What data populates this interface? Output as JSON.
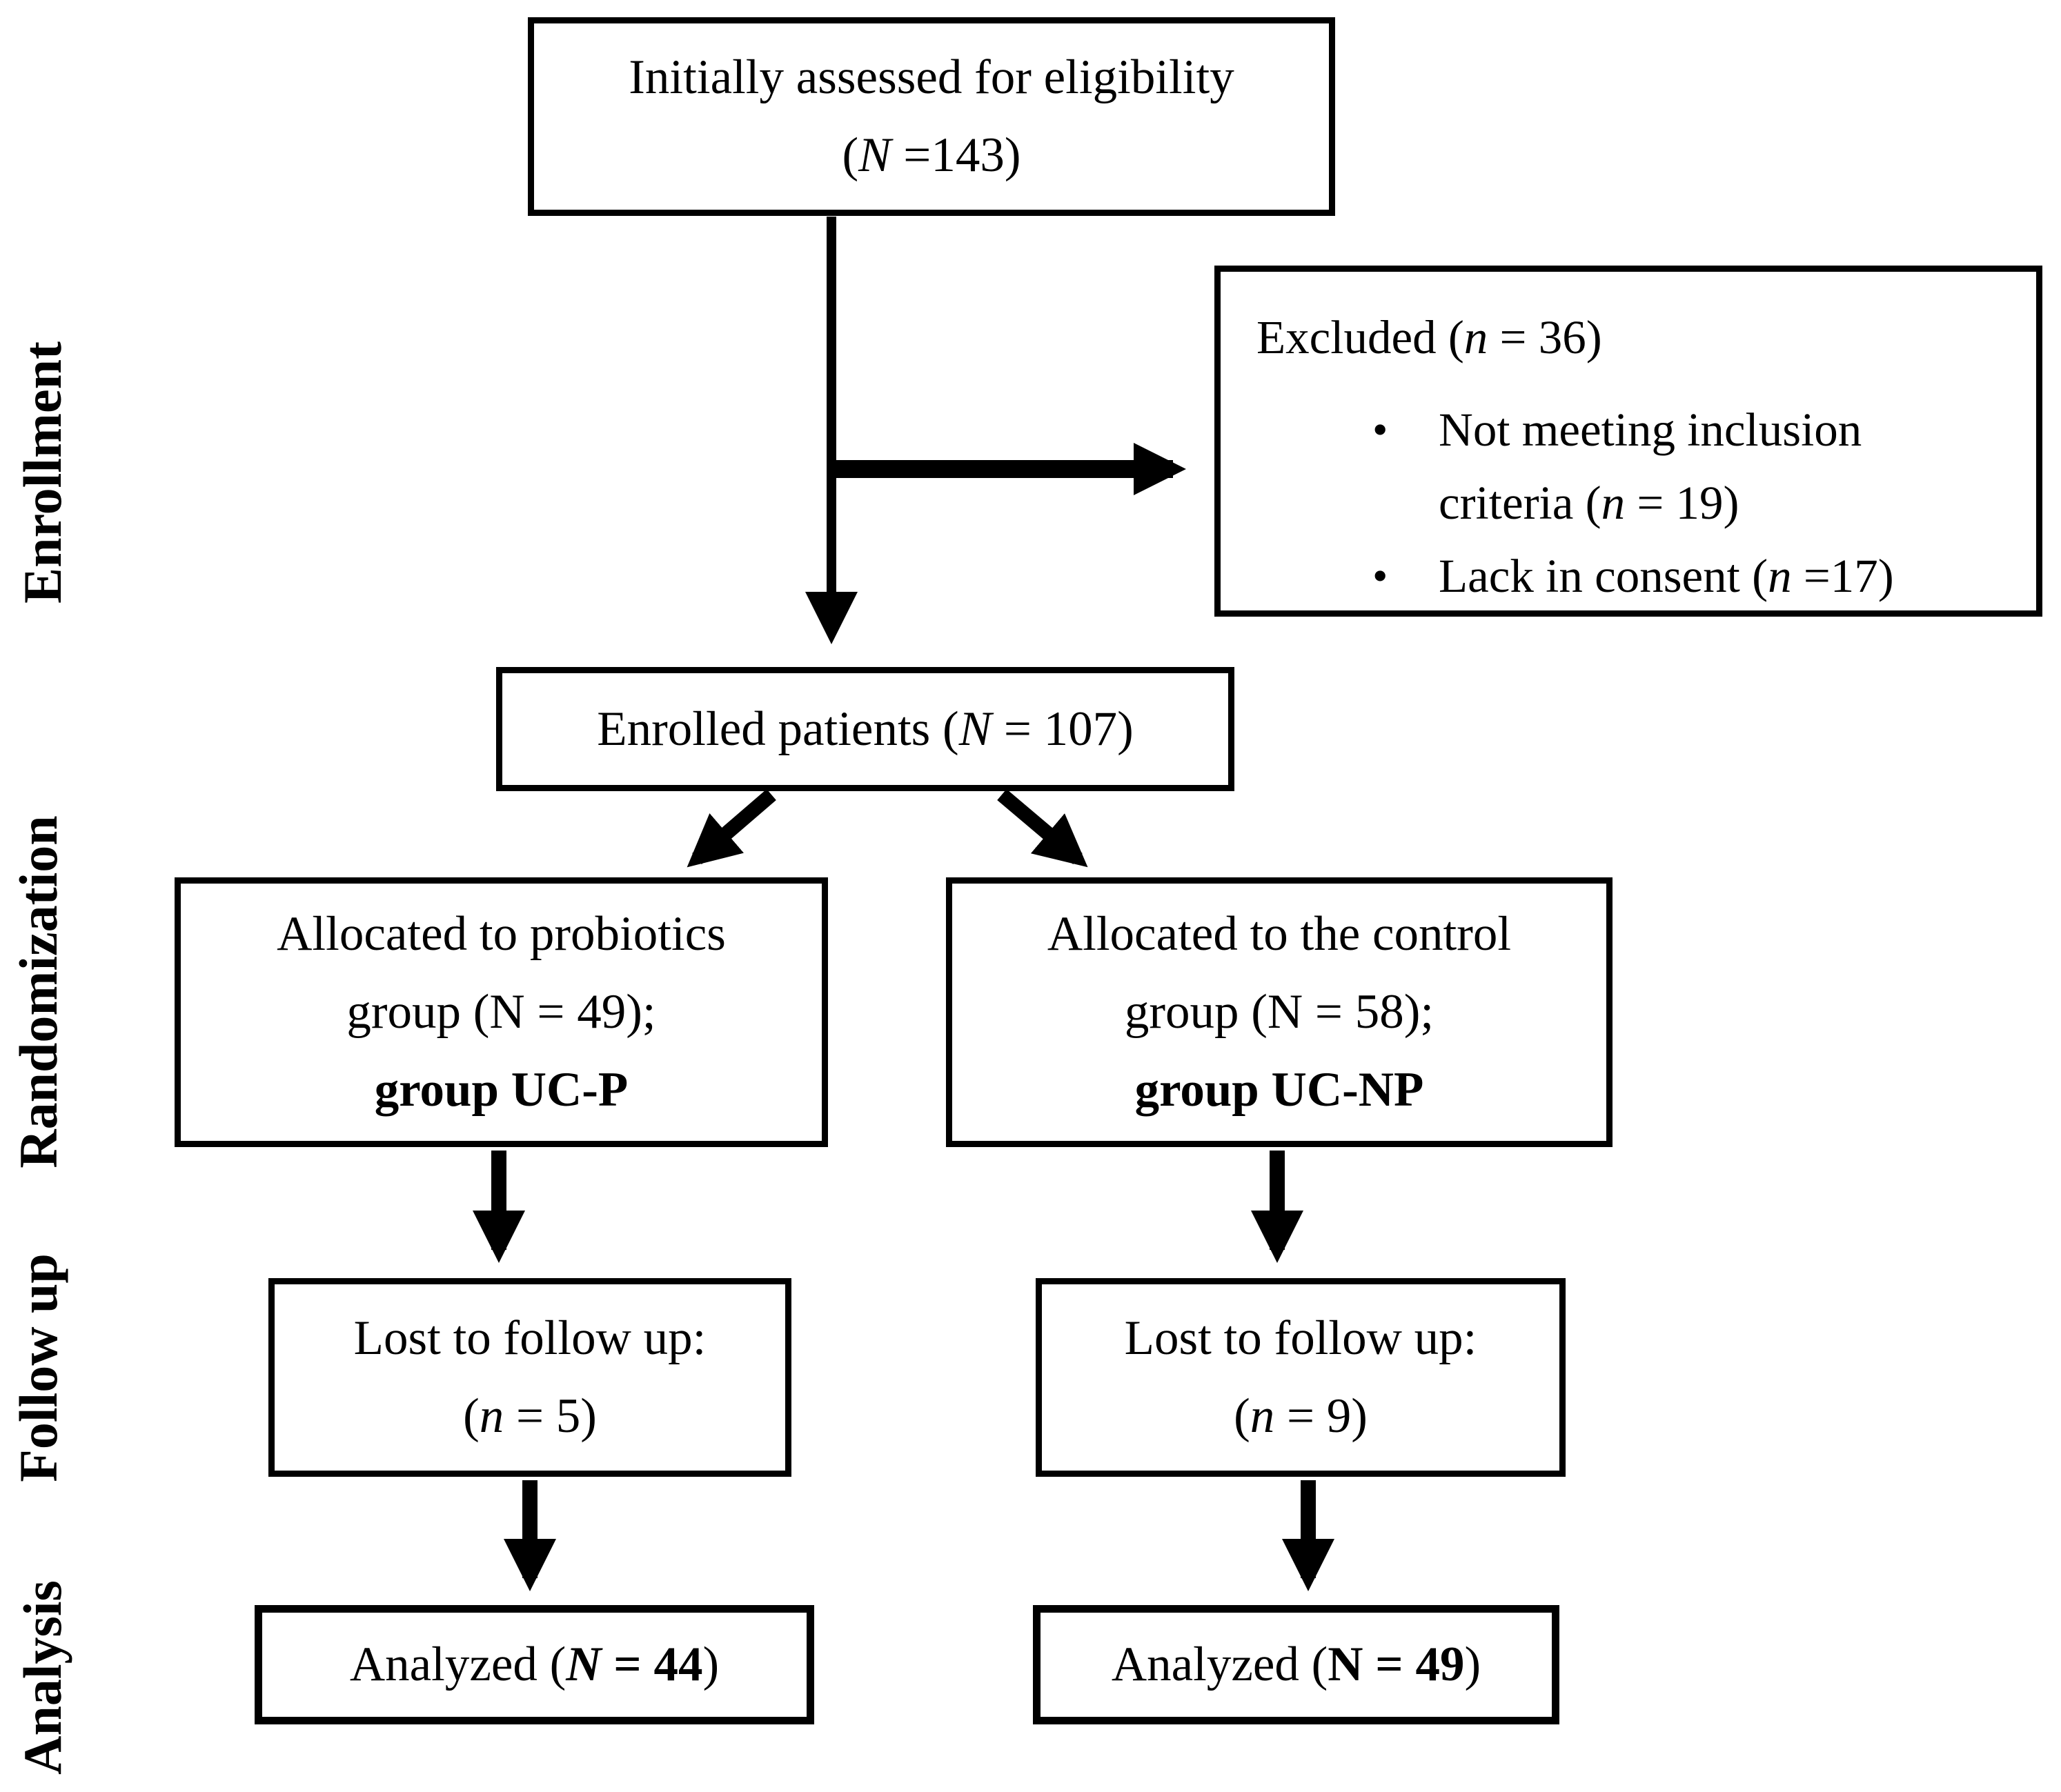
{
  "colors": {
    "ink": "#000000",
    "paper": "#ffffff"
  },
  "bullet_glyph": "•",
  "section_labels": {
    "enrollment": "Enrollment",
    "randomization": "Randomization",
    "follow_up": "Follow up",
    "analysis": "Analysis"
  },
  "boxes": {
    "assessed": {
      "lines": [
        [
          {
            "t": "Initially assessed for eligibility"
          }
        ],
        [
          {
            "t": "("
          },
          {
            "t": "N",
            "i": true
          },
          {
            "t": " =143)"
          }
        ]
      ]
    },
    "excluded": {
      "title": [
        {
          "t": "Excluded ("
        },
        {
          "t": "n",
          "i": true
        },
        {
          "t": " = 36)"
        }
      ],
      "bullets": [
        [
          {
            "t": "Not meeting inclusion criteria ("
          },
          {
            "t": "n",
            "i": true
          },
          {
            "t": " = 19)"
          }
        ],
        [
          {
            "t": "Lack in consent ("
          },
          {
            "t": "n",
            "i": true
          },
          {
            "t": " =17)"
          }
        ]
      ]
    },
    "enrolled": {
      "lines": [
        [
          {
            "t": "Enrolled patients ("
          },
          {
            "t": "N",
            "i": true
          },
          {
            "t": " = 107)"
          }
        ]
      ]
    },
    "alloc_probiotics": {
      "lines": [
        [
          {
            "t": "Allocated to probiotics"
          }
        ],
        [
          {
            "t": "group (N = 49);"
          }
        ],
        [
          {
            "t": "group UC-P",
            "b": true
          }
        ]
      ]
    },
    "alloc_control": {
      "lines": [
        [
          {
            "t": "Allocated to the control"
          }
        ],
        [
          {
            "t": "group (N = 58);"
          }
        ],
        [
          {
            "t": "group UC-NP",
            "b": true
          }
        ]
      ]
    },
    "lost_probiotics": {
      "lines": [
        [
          {
            "t": "Lost to follow up:"
          }
        ],
        [
          {
            "t": "("
          },
          {
            "t": "n",
            "i": true
          },
          {
            "t": " = 5)"
          }
        ]
      ]
    },
    "lost_control": {
      "lines": [
        [
          {
            "t": "Lost to follow up:"
          }
        ],
        [
          {
            "t": "("
          },
          {
            "t": "n",
            "i": true
          },
          {
            "t": " = 9)"
          }
        ]
      ]
    },
    "analyzed_probiotics": {
      "lines": [
        [
          {
            "t": "Analyzed ("
          },
          {
            "t": "N",
            "b": true,
            "i": true
          },
          {
            "t": " = 44",
            "b": true
          },
          {
            "t": ")"
          }
        ]
      ]
    },
    "analyzed_control": {
      "lines": [
        [
          {
            "t": "Analyzed ("
          },
          {
            "t": "N = 49",
            "b": true
          },
          {
            "t": ")"
          }
        ]
      ]
    }
  }
}
